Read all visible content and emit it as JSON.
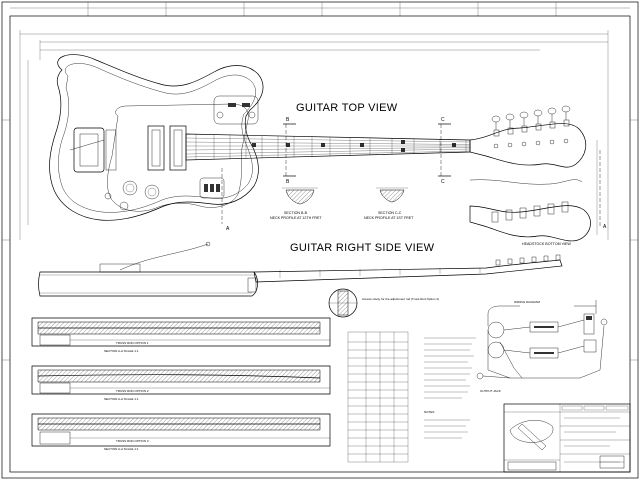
{
  "drawing": {
    "top_view_title": "GUITAR TOP VIEW",
    "side_view_title": "GUITAR RIGHT SIDE VIEW",
    "headstock_bottom_label": "HEADSTOCK BOTTOM VIEW",
    "section_b": {
      "title": "SECTION B-B",
      "subtitle": "NECK PROFILE AT 12TH FRET"
    },
    "section_c": {
      "title": "SECTION C-C",
      "subtitle": "NECK PROFILE AT 1ST FRET"
    },
    "section_markers": [
      "B",
      "B",
      "C",
      "C",
      "A",
      "A"
    ],
    "access_note": "Access cavity for the adjustment rod (Truss Rod Option 3)",
    "section_a_label": "SECTION A-A SCALE 1:1",
    "truss_options": [
      "TRUSS ROD OPTION 1",
      "TRUSS ROD OPTION 2",
      "TRUSS ROD OPTION 3"
    ],
    "wiring_title": "WIRING DIAGRAM",
    "output_jack_label": "OUTPUT JACK",
    "notes_label": "NOTES"
  },
  "colors": {
    "line": "#000000",
    "hatch": "#555555",
    "background": "#ffffff"
  }
}
